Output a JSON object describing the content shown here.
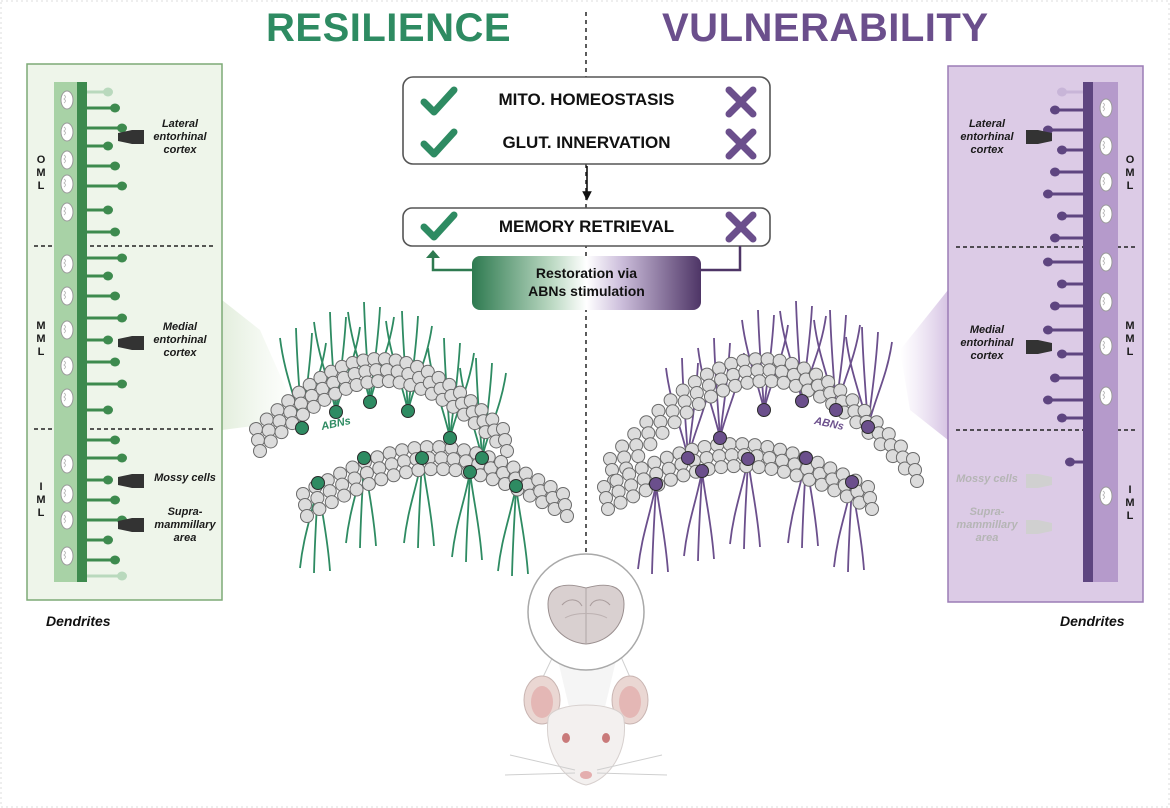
{
  "titles": {
    "left": "RESILIENCE",
    "right": "VULNERABILITY"
  },
  "colors": {
    "resilience": "#2e8b62",
    "vulnerability": "#6b4f8c",
    "resilience_panel_bg": "#eef5ea",
    "vulnerability_panel_bg": "#dccbe6",
    "faded_text": "#b5b5b5"
  },
  "center": {
    "box1": {
      "rows": [
        "MITO. HOMEOSTASIS",
        "GLUT. INNERVATION"
      ]
    },
    "box2": {
      "label": "MEMORY RETRIEVAL"
    },
    "restoration": {
      "line1": "Restoration via",
      "line2": "ABNs stimulation"
    },
    "icons": {
      "resilient": "check-icon",
      "vulnerable": "cross-icon"
    }
  },
  "left_panel": {
    "layers": [
      {
        "lines": [
          "O",
          "M",
          "L"
        ]
      },
      {
        "lines": [
          "M",
          "M",
          "L"
        ]
      },
      {
        "lines": [
          "I",
          "M",
          "L"
        ]
      }
    ],
    "inputs": [
      {
        "lines": [
          "Lateral",
          "entorhinal",
          "cortex"
        ]
      },
      {
        "lines": [
          "Medial",
          "entorhinal",
          "cortex"
        ]
      },
      {
        "lines": [
          "Mossy cells"
        ]
      },
      {
        "lines": [
          "Supra-",
          "mammillary",
          "area"
        ]
      }
    ],
    "caption": "Dendrites",
    "cell_label": "ABNs"
  },
  "right_panel": {
    "layers": [
      {
        "lines": [
          "O",
          "M",
          "L"
        ]
      },
      {
        "lines": [
          "M",
          "M",
          "L"
        ]
      },
      {
        "lines": [
          "I",
          "M",
          "L"
        ]
      }
    ],
    "inputs": [
      {
        "lines": [
          "Lateral",
          "entorhinal",
          "cortex"
        ]
      },
      {
        "lines": [
          "Medial",
          "entorhinal",
          "cortex"
        ]
      },
      {
        "lines": [
          "Mossy cells"
        ]
      },
      {
        "lines": [
          "Supra-",
          "mammillary",
          "area"
        ]
      }
    ],
    "caption": "Dendrites",
    "cell_label": "ABNs"
  }
}
